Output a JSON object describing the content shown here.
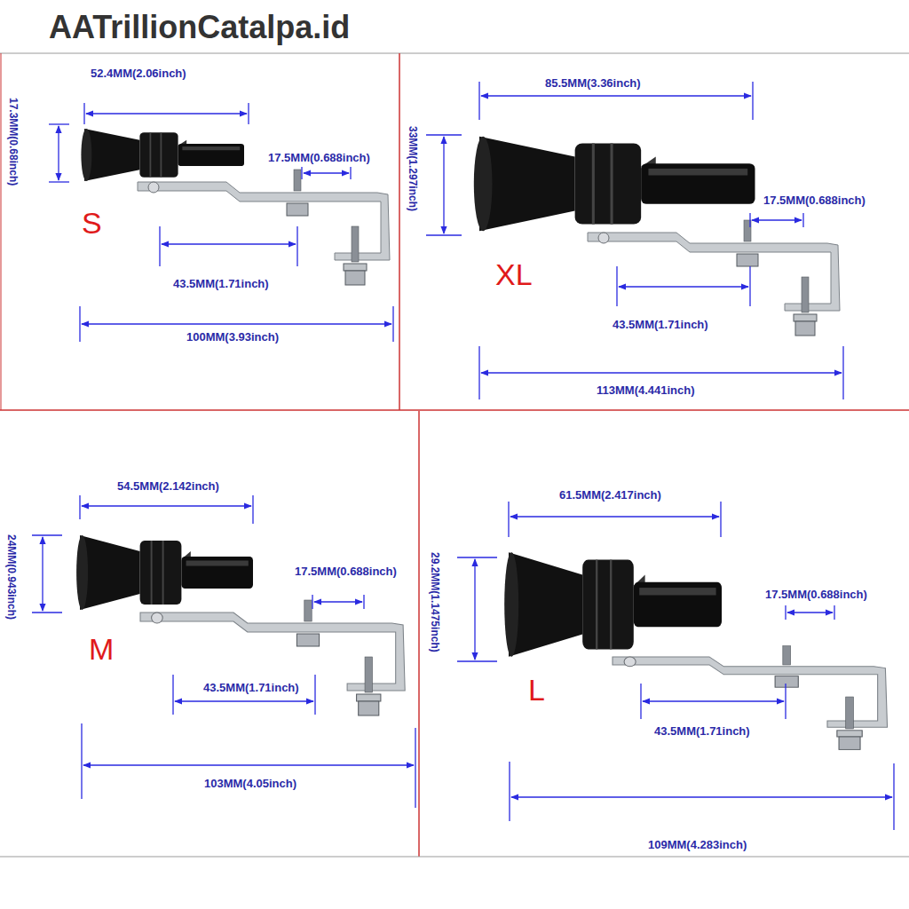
{
  "diagram": {
    "labels": [
      "AATrillionCatalpa.id",
      "52.4MM(2.06inch)",
      "17.3MM(0.68inch)",
      "17.5MM(0.688inch)",
      "S",
      "43.5MM(1.71inch)",
      "100MM(3.93inch)",
      "85.5MM(3.36inch)",
      "33MM(1.297inch)",
      "17.5MM(0.688inch)",
      "XL",
      "43.5MM(1.71inch)",
      "113MM(4.441inch)",
      "54.5MM(2.142inch)",
      "24MM(0.943inch)",
      "17.5MM(0.688inch)",
      "M",
      "43.5MM(1.71inch)",
      "103MM(4.05inch)",
      "61.5MM(2.417inch)",
      "29.2MM(1.1475inch)",
      "17.5MM(0.688inch)",
      "L",
      "43.5MM(1.71inch)",
      "109MM(4.283inch)"
    ]
  }
}
